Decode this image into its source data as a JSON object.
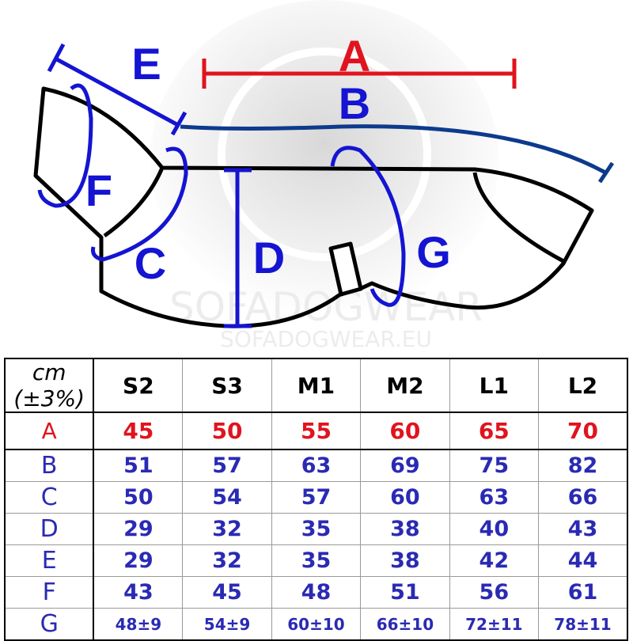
{
  "diagram": {
    "labels": {
      "A": "A",
      "B": "B",
      "C": "C",
      "D": "D",
      "E": "E",
      "F": "F",
      "G": "G"
    },
    "watermark": "SOFADOGWEAR",
    "watermark_url": "SOFADOGWEAR.EU",
    "colors": {
      "red": "#e0141e",
      "blue": "#1414d2",
      "navy": "#0d3a8c",
      "outline": "#000000"
    }
  },
  "table": {
    "unit_label": "cm  (±3%)",
    "sizes": [
      "S2",
      "S3",
      "M1",
      "M2",
      "L1",
      "L2"
    ],
    "rows": [
      {
        "key": "A",
        "color": "#e0141e",
        "values": [
          "45",
          "50",
          "55",
          "60",
          "65",
          "70"
        ]
      },
      {
        "key": "B",
        "color": "#2a2ab4",
        "values": [
          "51",
          "57",
          "63",
          "69",
          "75",
          "82"
        ]
      },
      {
        "key": "C",
        "color": "#2a2ab4",
        "values": [
          "50",
          "54",
          "57",
          "60",
          "63",
          "66"
        ]
      },
      {
        "key": "D",
        "color": "#2a2ab4",
        "values": [
          "29",
          "32",
          "35",
          "38",
          "40",
          "43"
        ]
      },
      {
        "key": "E",
        "color": "#2a2ab4",
        "values": [
          "29",
          "32",
          "35",
          "38",
          "42",
          "44"
        ]
      },
      {
        "key": "F",
        "color": "#2a2ab4",
        "values": [
          "43",
          "45",
          "48",
          "51",
          "56",
          "61"
        ]
      },
      {
        "key": "G",
        "color": "#2a2ab4",
        "values": [
          "48±9",
          "54±9",
          "60±10",
          "66±10",
          "72±11",
          "78±11"
        ]
      }
    ]
  }
}
